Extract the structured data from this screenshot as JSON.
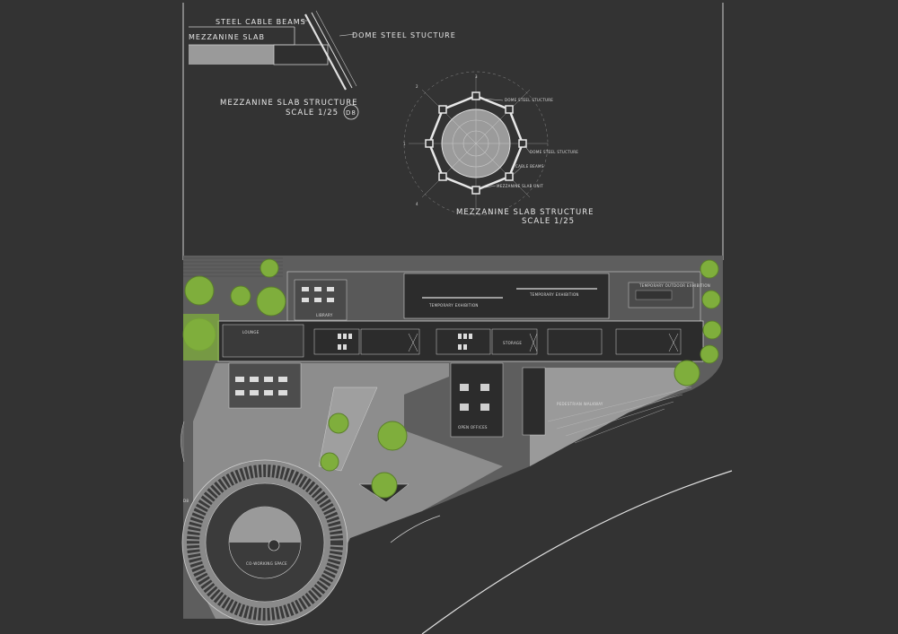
{
  "detail": {
    "cable_label": "STEEL CABLE BEAMS",
    "slab_label": "MEZZANINE SLAB",
    "dome_label": "DOME STEEL STUCTURE",
    "title": "MEZZANINE SLAB STRUCTURE",
    "scale": "SCALE 1/25",
    "tag": "D8"
  },
  "plan_detail": {
    "title": "MEZZANINE SLAB STRUCTURE",
    "scale": "SCALE 1/25",
    "callouts": [
      "DOME STEEL STUCTURE",
      "DOME STEEL STUCTURE",
      "CABLE BEAMS",
      "MEZZANINE SLAB UNIT"
    ],
    "axis_labels": [
      "1",
      "2",
      "3",
      "4"
    ]
  },
  "site_plan": {
    "rooms": {
      "library": "LIBRARY",
      "temp_exhibition_1": "TEMPORARY EXHIBITION",
      "temp_exhibition_2": "TEMPORARY EXHIBITION",
      "outdoor_exhibition": "TEMPORARY OUTDOOR EXHIBITION",
      "open_offices": "OPEN OFFICES",
      "coworking": "CO-WORKING SPACE",
      "pedestrian_walkway": "PEDESTRIAN WALKWAY",
      "storage": "STORAGE",
      "lounge": "LOUNGE"
    },
    "section_tag": "D8"
  },
  "colors": {
    "background": "#333333",
    "site_ground": "#5e5e5e",
    "building_dark": "#2c2c2c",
    "plaza": "#8d8d8d",
    "tree_green": "#7fae3c",
    "lines": "#cfcfcf"
  }
}
